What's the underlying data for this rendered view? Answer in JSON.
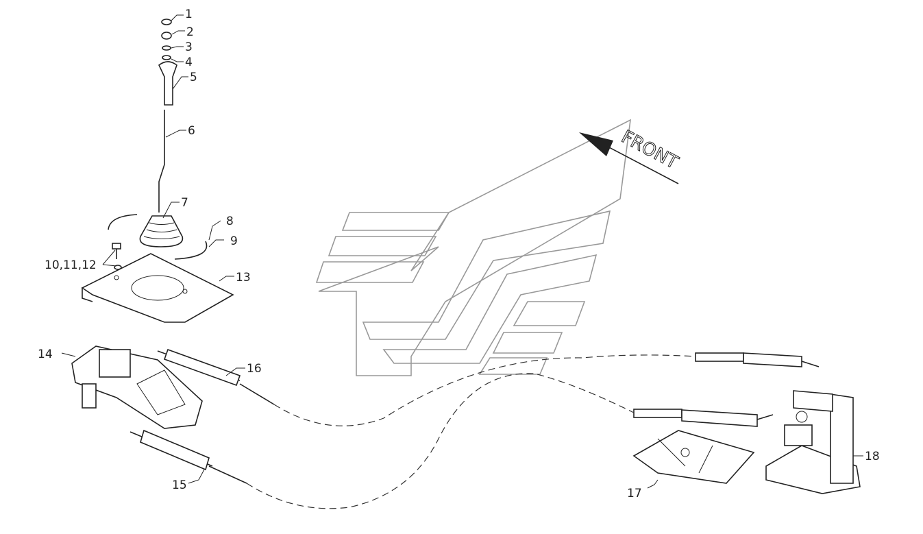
{
  "diagram": {
    "direction_label": "FRONT",
    "callouts": [
      {
        "id": "c1",
        "text": "1"
      },
      {
        "id": "c2",
        "text": "2"
      },
      {
        "id": "c3",
        "text": "3"
      },
      {
        "id": "c4",
        "text": "4"
      },
      {
        "id": "c5",
        "text": "5"
      },
      {
        "id": "c6",
        "text": "6"
      },
      {
        "id": "c7",
        "text": "7"
      },
      {
        "id": "c8",
        "text": "8"
      },
      {
        "id": "c9",
        "text": "9"
      },
      {
        "id": "c10",
        "text": "10,11,12"
      },
      {
        "id": "c13",
        "text": "13"
      },
      {
        "id": "c14",
        "text": "14"
      },
      {
        "id": "c15",
        "text": "15"
      },
      {
        "id": "c16",
        "text": "16"
      },
      {
        "id": "c17",
        "text": "17"
      },
      {
        "id": "c18",
        "text": "18"
      }
    ]
  }
}
